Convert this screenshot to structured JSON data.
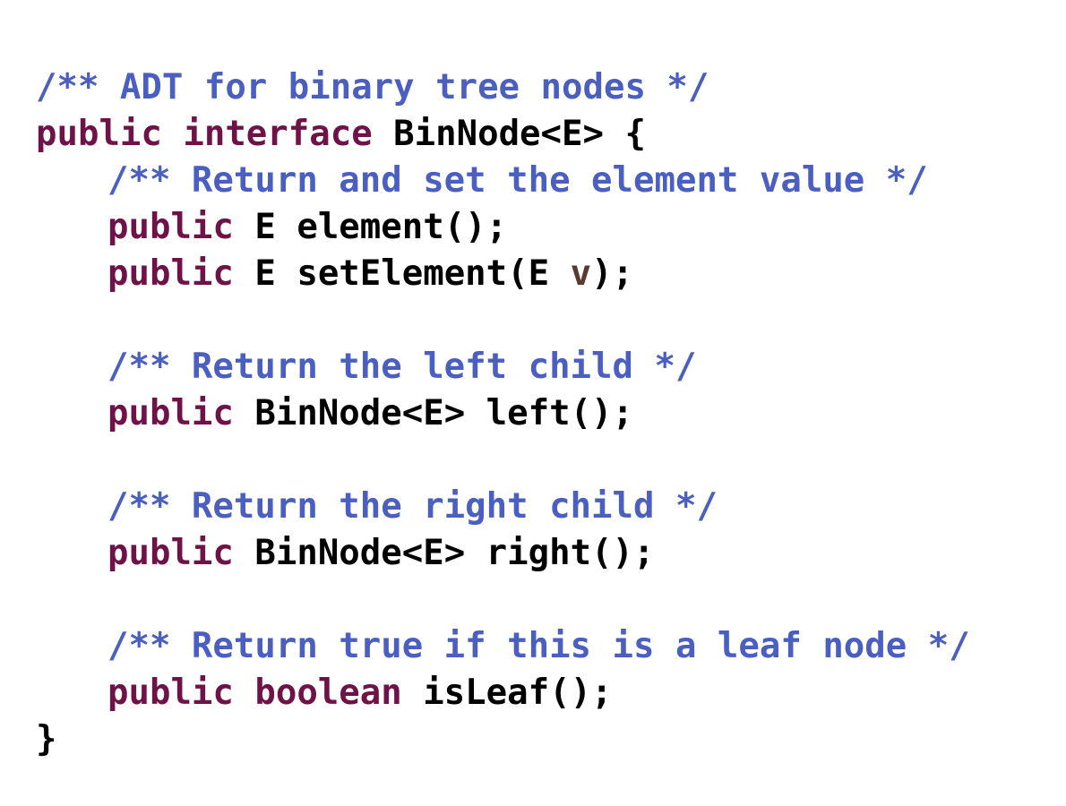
{
  "colors": {
    "comment": "#4a5fbf",
    "keyword": "#6e1248",
    "plain": "#000000",
    "param": "#5a3a30"
  },
  "lines": [
    {
      "indent": false,
      "tokens": [
        {
          "t": "comment",
          "v": "/** ADT for binary tree nodes */"
        }
      ]
    },
    {
      "indent": false,
      "tokens": [
        {
          "t": "keyword",
          "v": "public interface "
        },
        {
          "t": "plain",
          "v": "BinNode<E> {"
        }
      ]
    },
    {
      "indent": true,
      "tokens": [
        {
          "t": "comment",
          "v": "/** Return and set the element value */"
        }
      ]
    },
    {
      "indent": true,
      "tokens": [
        {
          "t": "keyword",
          "v": "public "
        },
        {
          "t": "plain",
          "v": "E element();"
        }
      ]
    },
    {
      "indent": true,
      "tokens": [
        {
          "t": "keyword",
          "v": "public "
        },
        {
          "t": "plain",
          "v": "E setElement(E "
        },
        {
          "t": "param",
          "v": "v"
        },
        {
          "t": "plain",
          "v": ");"
        }
      ]
    },
    {
      "indent": false,
      "tokens": []
    },
    {
      "indent": true,
      "tokens": [
        {
          "t": "comment",
          "v": "/** Return the left child */"
        }
      ]
    },
    {
      "indent": true,
      "tokens": [
        {
          "t": "keyword",
          "v": "public "
        },
        {
          "t": "plain",
          "v": "BinNode<E> left();"
        }
      ]
    },
    {
      "indent": false,
      "tokens": []
    },
    {
      "indent": true,
      "tokens": [
        {
          "t": "comment",
          "v": "/** Return the right child */"
        }
      ]
    },
    {
      "indent": true,
      "tokens": [
        {
          "t": "keyword",
          "v": "public "
        },
        {
          "t": "plain",
          "v": "BinNode<E> right();"
        }
      ]
    },
    {
      "indent": false,
      "tokens": []
    },
    {
      "indent": true,
      "tokens": [
        {
          "t": "comment",
          "v": "/** Return true if this is a leaf node */"
        }
      ]
    },
    {
      "indent": true,
      "tokens": [
        {
          "t": "keyword",
          "v": "public boolean "
        },
        {
          "t": "plain",
          "v": "isLeaf();"
        }
      ]
    },
    {
      "indent": false,
      "tokens": [
        {
          "t": "plain",
          "v": "}"
        }
      ]
    }
  ]
}
